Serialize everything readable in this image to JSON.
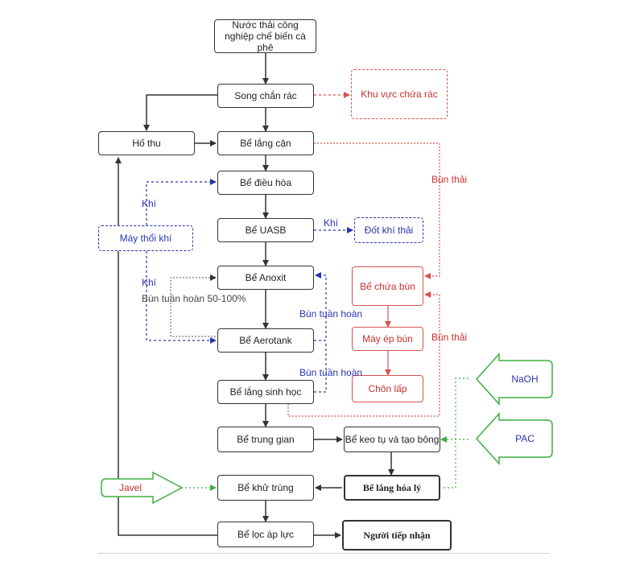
{
  "nodes": {
    "source": "Nước thải công nghiệp chế biến cà phê",
    "screen": "Song chắn rác",
    "trash_area": "Khu vực chứa rác",
    "sump": "Hố thu",
    "settling": "Bể lắng cặn",
    "equalization": "Bể điều hòa",
    "uasb": "Bể UASB",
    "burn_gas": "Đốt khí thải",
    "blower": "Máy thổi khí",
    "anoxic": "Bể Anoxit",
    "sludge_tank": "Bể chứa bùn",
    "aerotank": "Bể Aerotank",
    "sludge_press": "Máy ép bùn",
    "bio_settling": "Bể lắng sinh học",
    "landfill": "Chôn lấp",
    "intermediate": "Bể trung gian",
    "coagulation": "Bể keo tụ và tạo bông",
    "chem_settling": "Bể lắng hóa lý",
    "disinfection": "Bể khử trùng",
    "pressure_filter": "Bể lọc áp lực",
    "receiver": "Người tiếp nhận"
  },
  "labels": {
    "gas_top": "Khí",
    "gas_uasb": "Khí",
    "gas_bottom": "Khí",
    "sludge_waste_top": "Bùn thải",
    "sludge_waste_bottom": "Bùn thải",
    "recycle_sludge_1": "Bùn tuần hoàn",
    "recycle_sludge_2": "Bùn tuần hoàn",
    "recycle_ratio_1": "Bùn tuần hoàn",
    "recycle_ratio_2": "50-100%"
  },
  "chemicals": {
    "naoh": "NaOH",
    "pac": "PAC",
    "javel": "Javel"
  },
  "colors": {
    "main_flow": "#333333",
    "sludge": "#d9534f",
    "air": "#2a35b0",
    "chemical": "#3cb043"
  }
}
